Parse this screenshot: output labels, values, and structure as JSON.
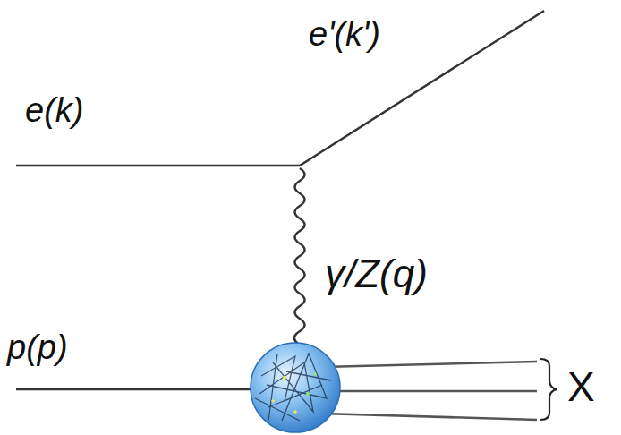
{
  "diagram": {
    "labels": [
      "e'(k')",
      "e(k)",
      "γ/Z(q)",
      "p(p)",
      "X"
    ]
  }
}
